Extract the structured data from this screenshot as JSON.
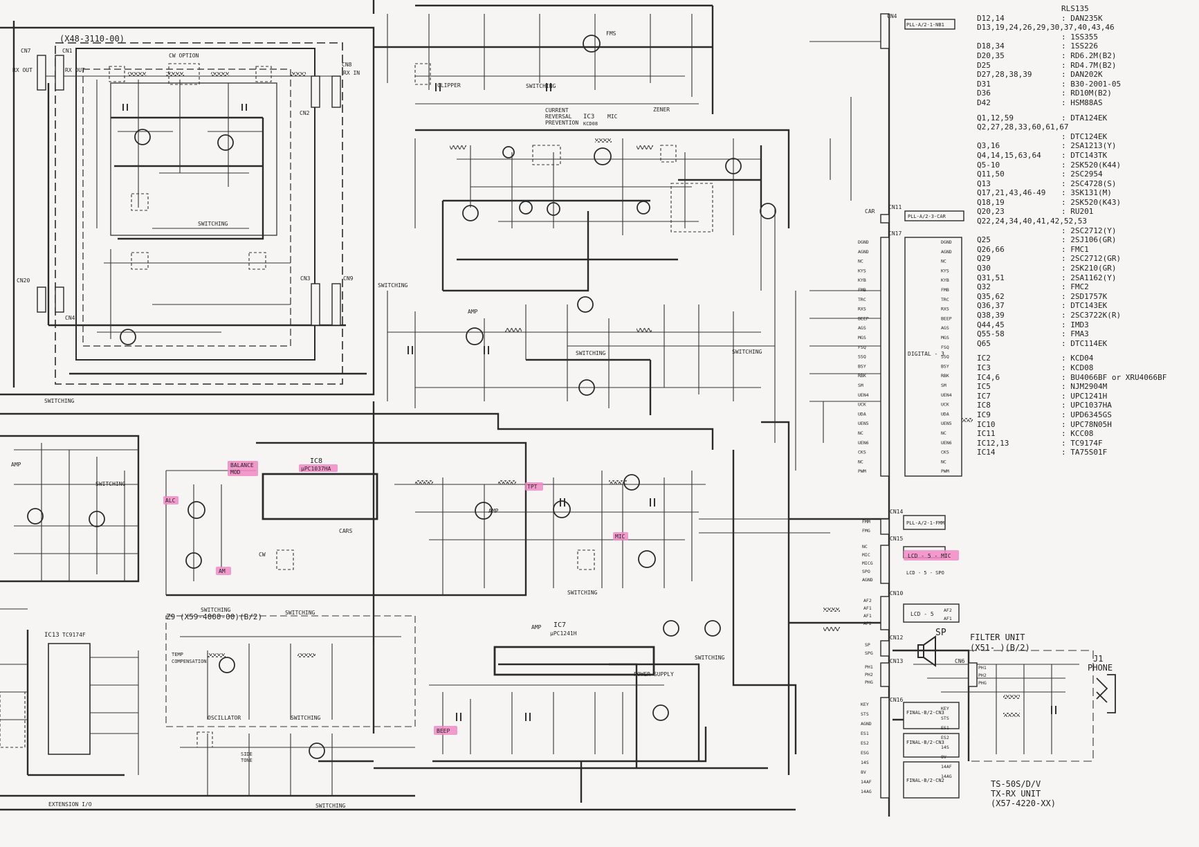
{
  "sheet": {
    "board_label": "(X48-3110-00)",
    "z9_label": "Z9 (X59-4000-00)(B/2)",
    "filter_unit": [
      "FILTER UNIT",
      "(X51- )(B/2)"
    ],
    "phone_jack": [
      "J1",
      "PHONE"
    ],
    "speaker": "SP",
    "title_block": [
      "TS-50S/D/V",
      "TX-RX UNIT",
      "(X57-4220-XX)"
    ]
  },
  "highlights": {
    "balance_mod": [
      "BALANCE",
      "MOD"
    ],
    "ic8_part": "µPC1037HA",
    "alc": "ALC",
    "am": "AM",
    "tpt": "TPT",
    "mic": "MIC",
    "beep": "BEEP",
    "lcd_mic": "LCD - 5 - MIC"
  },
  "blocks": {
    "ic8": "IC8",
    "ic7": [
      "IC7",
      "µPC1241H"
    ],
    "ic13": [
      "IC13",
      "TC9174F"
    ],
    "ic3": [
      "IC3",
      "MIC",
      "KCD08"
    ],
    "clipper": "CLIPPER",
    "fms": "FMS",
    "switching": "SWITCHING",
    "current_reversal": [
      "CURRENT",
      "REVERSAL",
      "PREVENTION"
    ],
    "zener": "ZENER",
    "amp": "AMP",
    "oscillator": "OSCILLATOR",
    "power_supply": "POWER SUPPLY",
    "temp_comp": [
      "TEMP",
      "COMPENSATION"
    ],
    "extension": "EXTENSION I/O",
    "cw_option": "CW OPTION",
    "side_tone": [
      "SIDE",
      "TONE"
    ],
    "cars": "CARS",
    "cw": "CW"
  },
  "connectors": {
    "cn1": "CN1",
    "cn2": "CN2",
    "cn3": "CN3",
    "cn4": "CN4",
    "cn7": "CN7",
    "cn8": "CN8",
    "cn9": "CN9",
    "cn20": "CN20",
    "cn11": "CN11",
    "cn17": "CN17",
    "cn14": "CN14",
    "cn15": "CN15",
    "cn10": "CN10",
    "cn12": "CN12",
    "cn13": "CN13",
    "cn16": "CN16",
    "cn6": "CN6",
    "rx_out": "RX OUT",
    "rx_in": "RX IN",
    "car": "CAR",
    "digital": "DIGITAL - 3",
    "pll_nb": "PLL-A/2-1-NB1",
    "pll_car": "PLL-A/2-3-CAR",
    "pll_fmm": "PLL-A/2-1-FMM",
    "lcd_spo": "LCD - 5 - SPO",
    "lcd_af": "LCD - 5",
    "final_k": "FINAL-B/2-CN3",
    "final_e": "FINAL-B/2-CN3",
    "final_i": "FINAL-B/2-CN2",
    "cn17_pins": [
      "DGND",
      "AGND",
      "NC",
      "KYS",
      "KYB",
      "FMB",
      "TRC",
      "RXS",
      "BEEP",
      "AGS",
      "MGS",
      "FSQ",
      "SSQ",
      "BSY",
      "RBK",
      "SM",
      "UEN4",
      "UCK",
      "UDA",
      "UEN5",
      "NC",
      "UEN6",
      "CKS",
      "NC",
      "PWM"
    ],
    "cn17_pins_right": [
      "DGND",
      "AGND",
      "NC",
      "KYS",
      "KYB",
      "FMB",
      "TRC",
      "RXS",
      "BEEP",
      "AGS",
      "MGS",
      "FSQ",
      "SSQ",
      "BSY",
      "RBK",
      "SM",
      "UEN4",
      "UCK",
      "UDA",
      "UEN5",
      "NC",
      "UEN6",
      "CKS",
      "NC",
      "PWM"
    ],
    "cn14_pins": [
      "FMM",
      "FMG"
    ],
    "cn15_pins": [
      "NC",
      "MIC",
      "MICG",
      "SPO",
      "AGND"
    ],
    "cn10_pins": [
      "AF2",
      "AF1",
      "AF1",
      "AF2"
    ],
    "cn10_right": [
      "AF2",
      "AF1"
    ],
    "cn12_pins": [
      "SP",
      "SPG"
    ],
    "cn13_pins": [
      "PH1",
      "PH2",
      "PHG"
    ],
    "cn16_pins": [
      "KEY",
      "STS",
      "AGND",
      "ES1",
      "ES2",
      "ESG",
      "14S",
      "8V",
      "14AF",
      "14AG"
    ],
    "cn16_right": [
      "KEY",
      "STS",
      "ES1",
      "ES2",
      "14S",
      "8V",
      "14AF",
      "14AG"
    ],
    "cn6_pins": [
      "PH1",
      "PH2",
      "PHG"
    ]
  },
  "parts": [
    {
      "ref": "",
      "part": "RLS135"
    },
    {
      "ref": "D12,14",
      "part": ": DAN235K"
    },
    {
      "ref": "D13,19,24,26,29,30,37,40,43,46",
      "part": ""
    },
    {
      "ref": "",
      "part": ": 1SS355"
    },
    {
      "ref": "D18,34",
      "part": ": 1SS226"
    },
    {
      "ref": "D20,35",
      "part": ": RD6.2M(B2)"
    },
    {
      "ref": "D25",
      "part": ": RD4.7M(B2)"
    },
    {
      "ref": "D27,28,38,39",
      "part": ": DAN202K"
    },
    {
      "ref": "D31",
      "part": ": B30-2001-05"
    },
    {
      "ref": "D36",
      "part": ": RD10M(B2)"
    },
    {
      "ref": "D42",
      "part": ": HSM88AS"
    },
    {
      "gap": true
    },
    {
      "ref": "Q1,12,59",
      "part": ": DTA124EK"
    },
    {
      "ref": "Q2,27,28,33,60,61,67",
      "part": ""
    },
    {
      "ref": "",
      "part": ": DTC124EK"
    },
    {
      "ref": "Q3,16",
      "part": ": 2SA1213(Y)"
    },
    {
      "ref": "Q4,14,15,63,64",
      "part": ": DTC143TK"
    },
    {
      "ref": "Q5-10",
      "part": ": 2SK520(K44)"
    },
    {
      "ref": "Q11,50",
      "part": ": 2SC2954"
    },
    {
      "ref": "Q13",
      "part": ": 2SC4728(S)"
    },
    {
      "ref": "Q17,21,43,46-49",
      "part": ": 3SK131(M)"
    },
    {
      "ref": "Q18,19",
      "part": ": 2SK520(K43)"
    },
    {
      "ref": "Q20,23",
      "part": ": RU201"
    },
    {
      "ref": "Q22,24,34,40,41,42,52,53",
      "part": ""
    },
    {
      "ref": "",
      "part": ": 2SC2712(Y)"
    },
    {
      "ref": "Q25",
      "part": ": 2SJ106(GR)"
    },
    {
      "ref": "Q26,66",
      "part": ": FMC1"
    },
    {
      "ref": "Q29",
      "part": ": 2SC2712(GR)"
    },
    {
      "ref": "Q30",
      "part": ": 2SK210(GR)"
    },
    {
      "ref": "Q31,51",
      "part": ": 2SA1162(Y)"
    },
    {
      "ref": "Q32",
      "part": ": FMC2"
    },
    {
      "ref": "Q35,62",
      "part": ": 2SD1757K"
    },
    {
      "ref": "Q36,37",
      "part": ": DTC143EK"
    },
    {
      "ref": "Q38,39",
      "part": ": 2SC3722K(R)"
    },
    {
      "ref": "Q44,45",
      "part": ": IMD3"
    },
    {
      "ref": "Q55-58",
      "part": ": FMA3"
    },
    {
      "ref": "Q65",
      "part": ": DTC114EK"
    },
    {
      "gap": true
    },
    {
      "ref": "IC2",
      "part": ": KCD04"
    },
    {
      "ref": "IC3",
      "part": ": KCD08"
    },
    {
      "ref": "IC4,6",
      "part": ": BU4066BF or XRU4066BF"
    },
    {
      "ref": "IC5",
      "part": ": NJM2904M"
    },
    {
      "ref": "IC7",
      "part": ": UPC1241H"
    },
    {
      "ref": "IC8",
      "part": ": UPC1037HA"
    },
    {
      "ref": "IC9",
      "part": ": UPD6345GS"
    },
    {
      "ref": "IC10",
      "part": ": UPC78N05H"
    },
    {
      "ref": "IC11",
      "part": ": KCC08"
    },
    {
      "ref": "IC12,13",
      "part": ": TC9174F"
    },
    {
      "ref": "IC14",
      "part": ": TA75S01F"
    }
  ],
  "colors": {
    "ink": "#2a2a2a",
    "paper": "#f6f5f4",
    "highlight": "#f28ac4"
  }
}
